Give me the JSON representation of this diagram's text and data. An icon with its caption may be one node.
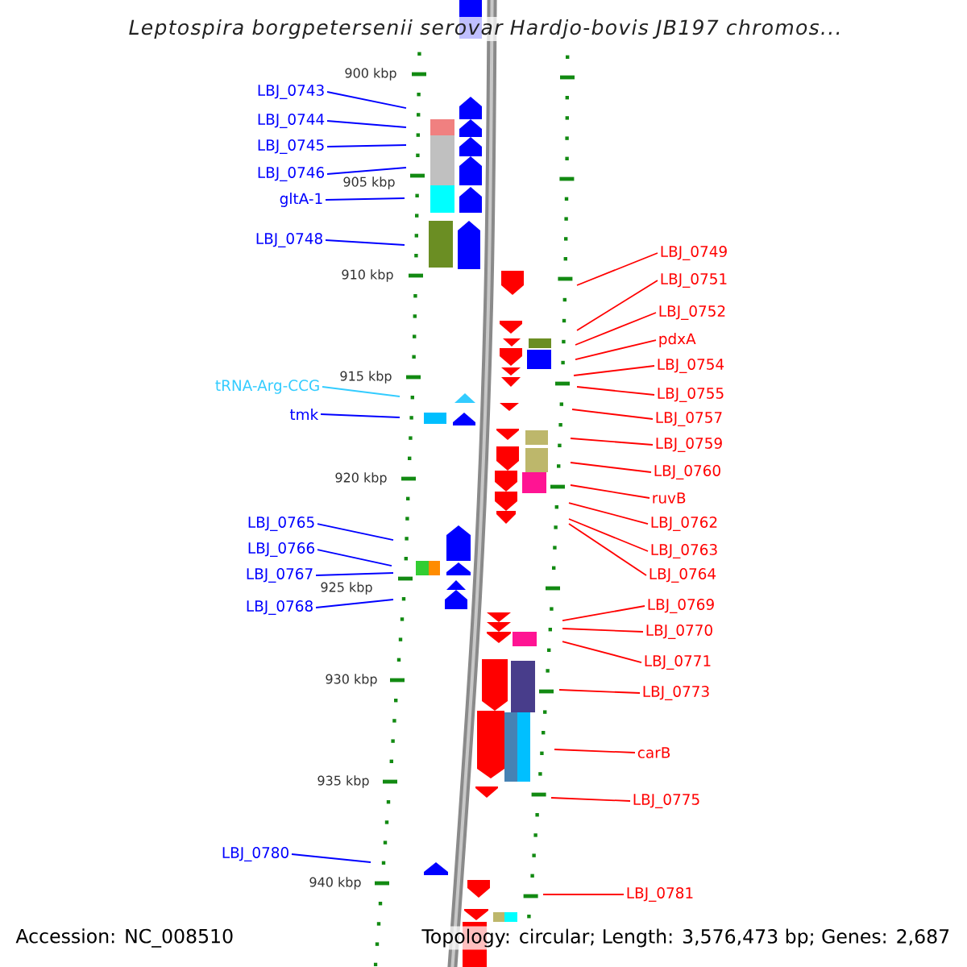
{
  "diagram": {
    "title": "Leptospira borgpetersenii serovar Hardjo-bovis JB197 chromos...",
    "nodes": [
      {
        "text": [
          "LBJ_0743"
        ]
      },
      {
        "text": [
          "LBJ_0744"
        ]
      },
      {
        "text": [
          "LBJ_0745"
        ]
      },
      {
        "text": [
          "LBJ_0746"
        ]
      },
      {
        "text": [
          "gltA-1"
        ]
      },
      {
        "text": [
          "LBJ_0748"
        ]
      },
      {
        "text": [
          "LBJ_0749"
        ]
      },
      {
        "text": [
          "LBJ_0751"
        ]
      },
      {
        "text": [
          "LBJ_0752"
        ]
      },
      {
        "text": [
          "pdxA"
        ]
      },
      {
        "text": [
          "LBJ_0754"
        ]
      },
      {
        "text": [
          "tRNA-Arg-CCG"
        ]
      },
      {
        "text": [
          "LBJ_0755"
        ]
      },
      {
        "text": [
          "tmk"
        ]
      },
      {
        "text": [
          "LBJ_0757"
        ]
      },
      {
        "text": [
          "LBJ_0759"
        ]
      },
      {
        "text": [
          "LBJ_0760"
        ]
      },
      {
        "text": [
          "ruvB"
        ]
      },
      {
        "text": [
          "LBJ_0765"
        ]
      },
      {
        "text": [
          "LBJ_0762"
        ]
      },
      {
        "text": [
          "LBJ_0766"
        ]
      },
      {
        "text": [
          "LBJ_0763"
        ]
      },
      {
        "text": [
          "LBJ_0767"
        ]
      },
      {
        "text": [
          "LBJ_0764"
        ]
      },
      {
        "text": [
          "LBJ_0769"
        ]
      },
      {
        "text": [
          "LBJ_0768"
        ]
      },
      {
        "text": [
          "LBJ_0770"
        ]
      },
      {
        "text": [
          "LBJ_0771"
        ]
      },
      {
        "text": [
          "LBJ_0773"
        ]
      },
      {
        "text": [
          "carB"
        ]
      },
      {
        "text": [
          "LBJ_0775"
        ]
      },
      {
        "text": [
          "LBJ_0780"
        ]
      },
      {
        "text": [
          "LBJ_0781"
        ]
      }
    ],
    "edges": [
      {
        "from": 0,
        "to": null,
        "arrow": "none",
        "color": "#0000ff"
      },
      {
        "from": 1,
        "to": null,
        "arrow": "none",
        "color": "#0000ff"
      },
      {
        "from": 2,
        "to": null,
        "arrow": "none",
        "color": "#0000ff"
      },
      {
        "from": 3,
        "to": null,
        "arrow": "none",
        "color": "#0000ff"
      },
      {
        "from": 4,
        "to": null,
        "arrow": "none",
        "color": "#0000ff"
      },
      {
        "from": 5,
        "to": null,
        "arrow": "none",
        "color": "#0000ff"
      },
      {
        "from": 6,
        "to": null,
        "arrow": "none"
      },
      {
        "from": 7,
        "to": null,
        "arrow": "none"
      },
      {
        "from": 8,
        "to": null,
        "arrow": "none"
      },
      {
        "from": 9,
        "to": null,
        "arrow": "none"
      },
      {
        "from": 10,
        "to": null,
        "arrow": "none"
      },
      {
        "from": 11,
        "to": null,
        "arrow": "none",
        "color": "#33ccff"
      },
      {
        "from": 12,
        "to": null,
        "arrow": "none"
      },
      {
        "from": 13,
        "to": null,
        "arrow": "none",
        "color": "#0000ff"
      },
      {
        "from": 14,
        "to": null,
        "arrow": "none"
      },
      {
        "from": 15,
        "to": null,
        "arrow": "none"
      },
      {
        "from": 16,
        "to": null,
        "arrow": "none"
      },
      {
        "from": 17,
        "to": null,
        "arrow": "none"
      },
      {
        "from": 18,
        "to": null,
        "arrow": "none",
        "color": "#0000ff"
      },
      {
        "from": 19,
        "to": null,
        "arrow": "none"
      },
      {
        "from": 20,
        "to": null,
        "arrow": "none",
        "color": "#0000ff"
      },
      {
        "from": 21,
        "to": null,
        "arrow": "none"
      },
      {
        "from": 22,
        "to": null,
        "arrow": "none",
        "color": "#0000ff"
      },
      {
        "from": 23,
        "to": null,
        "arrow": "none"
      },
      {
        "from": 24,
        "to": null,
        "arrow": "none"
      },
      {
        "from": 25,
        "to": null,
        "arrow": "none",
        "color": "#0000ff"
      },
      {
        "from": 26,
        "to": null,
        "arrow": "none"
      },
      {
        "from": 27,
        "to": null,
        "arrow": "none"
      },
      {
        "from": 28,
        "to": null,
        "arrow": "none"
      },
      {
        "from": 29,
        "to": null,
        "arrow": "none"
      },
      {
        "from": 30,
        "to": null,
        "arrow": "none"
      },
      {
        "from": 31,
        "to": null,
        "arrow": "none",
        "color": "#0000ff"
      },
      {
        "from": 32,
        "to": null,
        "arrow": "none"
      }
    ],
    "labels": [
      "900 kbp",
      "905 kbp",
      "910 kbp",
      "915 kbp",
      "920 kbp",
      "925 kbp",
      "930 kbp",
      "935 kbp",
      "940 kbp",
      "Accession: NC_008510",
      "Topology: circular; Length: 3,576,473 bp; Genes: 2,687"
    ]
  }
}
